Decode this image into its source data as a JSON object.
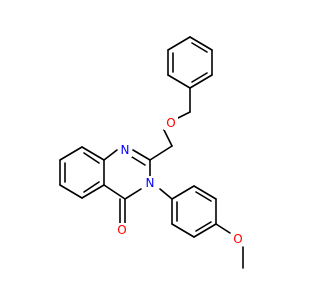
{
  "molecule": {
    "atoms": {
      "n1": {
        "symbol": "N",
        "color": "#0000ff"
      },
      "n3": {
        "symbol": "N",
        "color": "#0000ff"
      },
      "o_carbonyl": {
        "symbol": "O",
        "color": "#ff0000"
      },
      "o_ether": {
        "symbol": "O",
        "color": "#ff0000"
      },
      "o_methoxy": {
        "symbol": "O",
        "color": "#ff0000"
      }
    },
    "bond_color": "#000000",
    "background": "#ffffff"
  }
}
